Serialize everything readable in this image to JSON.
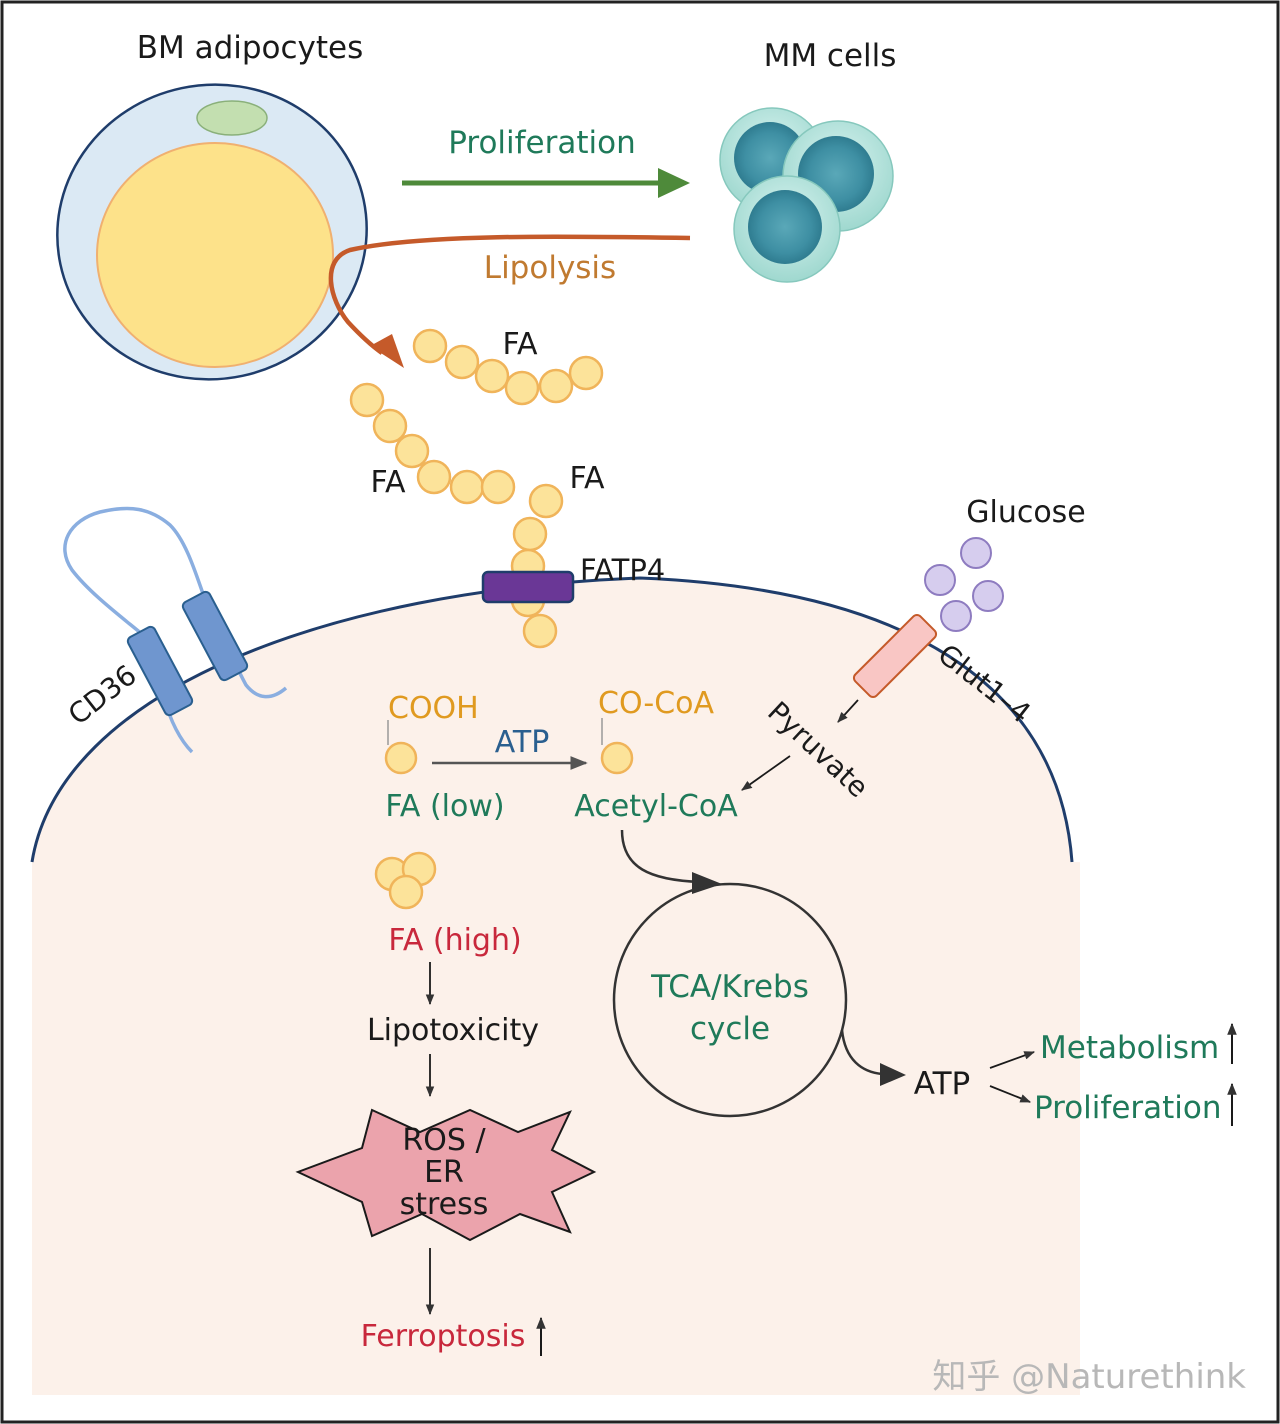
{
  "labels": {
    "bm_adipocytes": "BM adipocytes",
    "mm_cells": "MM cells",
    "proliferation_top": "Proliferation",
    "lipolysis": "Lipolysis",
    "fa_1": "FA",
    "fa_2": "FA",
    "fa_3": "FA",
    "fatp4": "FATP4",
    "glucose": "Glucose",
    "glut": "Glut1–4",
    "cd36": "CD36",
    "cooh": "COOH",
    "co_coa": "CO-CoA",
    "atp_conv": "ATP",
    "pyruvate": "Pyruvate",
    "fa_low": "FA (low)",
    "acetyl_coa": "Acetyl-CoA",
    "fa_high": "FA (high)",
    "lipotoxicity": "Lipotoxicity",
    "ros_line1": "ROS /",
    "ros_line2": "ER",
    "ros_line3": "stress",
    "ferroptosis": "Ferroptosis",
    "tca_line1": "TCA/Krebs",
    "tca_line2": "cycle",
    "atp_out": "ATP",
    "metabolism": "Metabolism",
    "proliferation_out": "Proliferation",
    "watermark": "知乎 @Naturethink"
  },
  "colors": {
    "green_text": "#1f7a5a",
    "green_arrow": "#4e8a3a",
    "orange": "#c55a2a",
    "orange_text": "#c07a30",
    "gold_text": "#e09a20",
    "blue_text": "#2a5f8f",
    "red_text": "#c8283c",
    "membrane": "#1f3d6b",
    "cytoplasm": "#fcf1ea",
    "fa_fill": "#fce39a",
    "fa_stroke": "#f0b45a",
    "glucose_fill": "#d6cdee",
    "glucose_stroke": "#8e7cc0",
    "fatp4": "#6a3796",
    "glut": "#f9c6c4",
    "cd36": "#8aaee0",
    "star": "#eba3ac"
  }
}
